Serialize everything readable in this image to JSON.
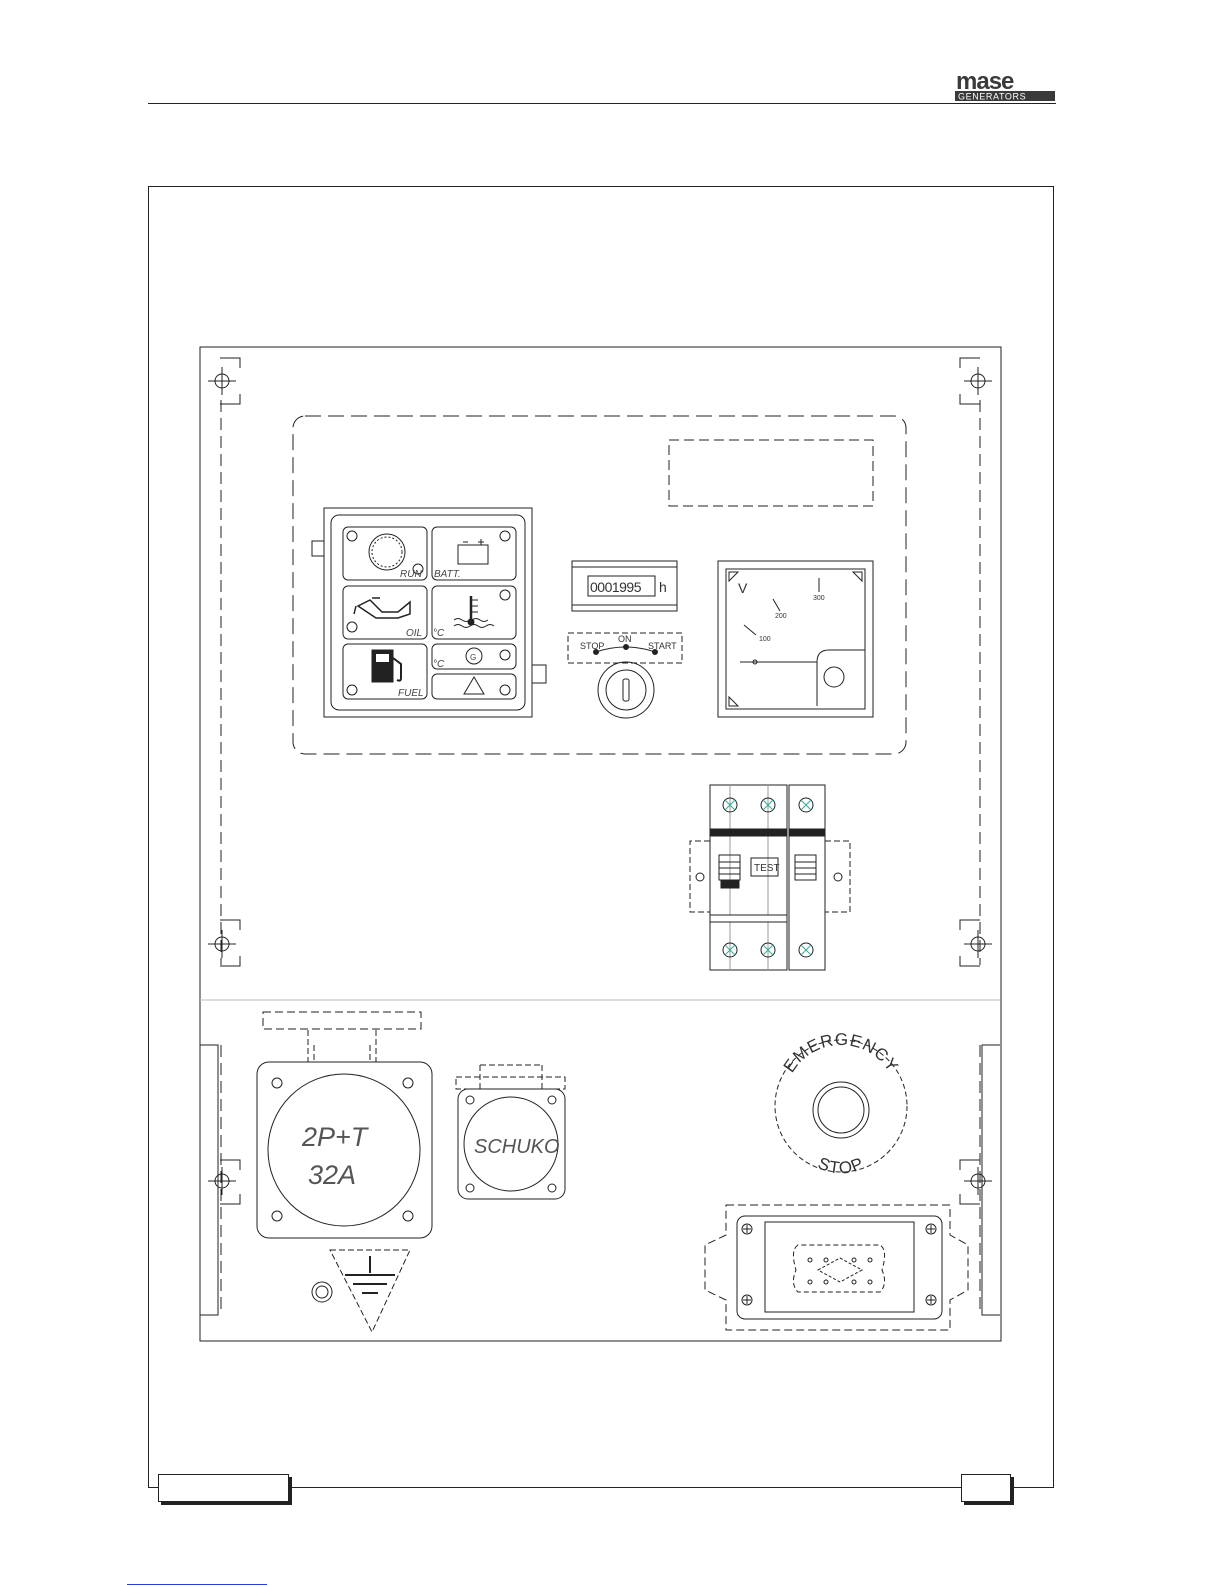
{
  "brand": {
    "name": "mase",
    "tagline": "GENERATORS"
  },
  "alarm_panel": {
    "labels": {
      "run": "RUN",
      "batt": "BATT.",
      "oil": "OIL",
      "temp_unit": "°C",
      "fuel": "FUEL",
      "generator": "G"
    }
  },
  "hour_meter": {
    "reading": "0001995",
    "unit": "h"
  },
  "key_switch": {
    "stop": "STOP",
    "on": "ON",
    "start": "START"
  },
  "voltmeter": {
    "unit": "V",
    "ticks": [
      "100",
      "200",
      "300"
    ]
  },
  "breaker": {
    "test_label": "TEST"
  },
  "socket_32a": {
    "line1": "2P+T",
    "line2": "32A"
  },
  "socket_schuko": {
    "label": "SCHUKO"
  },
  "emergency_stop": {
    "top_label": "EMERGENCY",
    "bottom_label": "STOP"
  }
}
